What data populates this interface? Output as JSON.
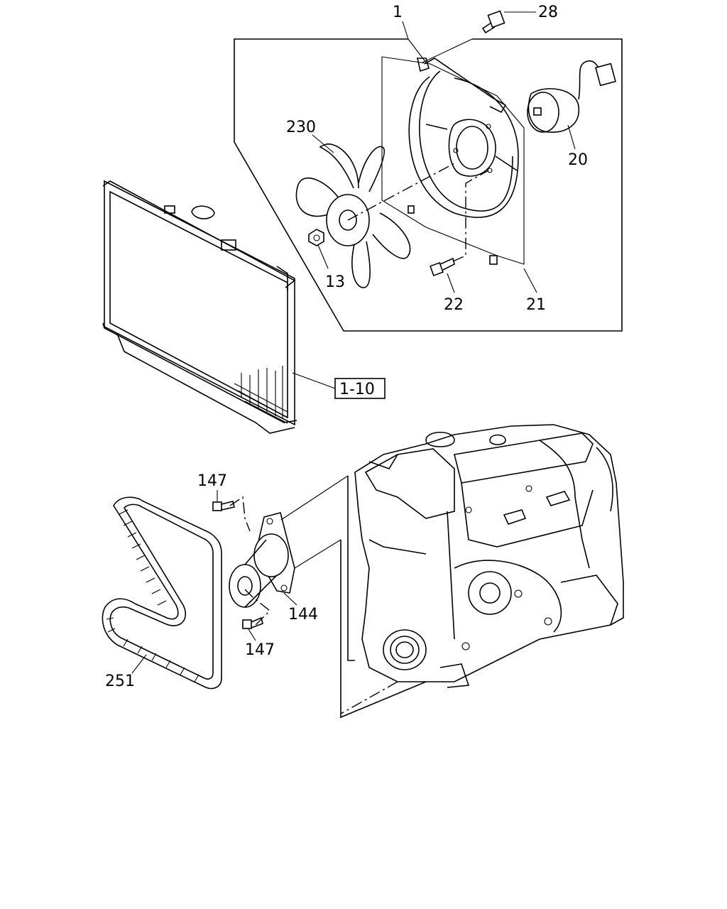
{
  "callouts": {
    "c1": "1",
    "c28": "28",
    "c230": "230",
    "c20": "20",
    "c13": "13",
    "c22": "22",
    "c21": "21",
    "ref": "1-10",
    "c147a": "147",
    "c144": "144",
    "c147b": "147",
    "c251": "251"
  },
  "colors": {
    "line": "#000000",
    "background": "#ffffff"
  }
}
